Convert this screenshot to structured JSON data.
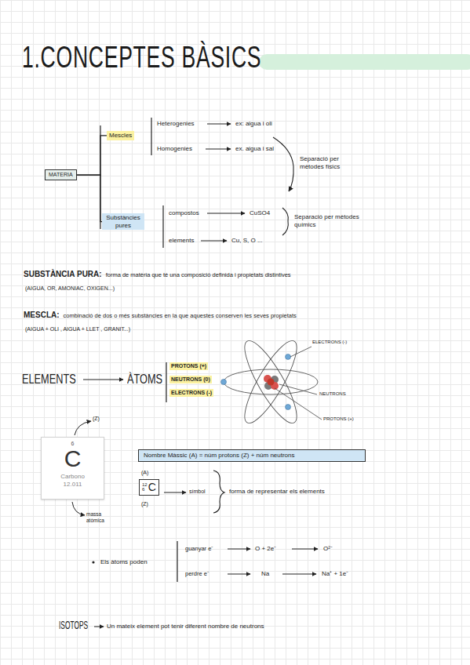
{
  "diagram": {
    "title": "1.CONCEPTES BÀSICS",
    "nodes": [
      {
        "text": [
          "MATERIA"
        ]
      },
      {
        "text": [
          "Mescles"
        ]
      },
      {
        "text": [
          "Substàncies pures"
        ]
      },
      {
        "text": [
          "PROTONS (+)"
        ]
      },
      {
        "text": [
          "NEUTRONS (0)"
        ]
      },
      {
        "text": [
          "ELECTRONS (-)"
        ]
      },
      {
        "text": [
          "6",
          "C",
          "Carbono",
          "12.011"
        ]
      },
      {
        "text": [
          "Nombre Màssic (A) = núm protons (Z) + núm neutrons"
        ]
      },
      {
        "text": [
          "12",
          "6",
          "C"
        ]
      }
    ],
    "edges": [
      {
        "from": 0,
        "to": 1,
        "arrow": "none"
      },
      {
        "from": 0,
        "to": 2,
        "arrow": "none"
      }
    ],
    "labels": [
      "Heterogenies",
      "ex: aigua i oli",
      "Homogenies",
      "ex. aigua i sal",
      "Separació per mètodes físics",
      "compostos",
      "CuSO4",
      "elements",
      "Cu, S, O ...",
      "Separació per mètodes químics",
      "SUBSTÀNCIA PURA:",
      "forma de matèria que té una composició definida i propietats distintives",
      "(AIGUA, OR, AMONIAC, OXIGEN...)",
      "MESCLA:",
      "combinació de dos o més substàncies en la que aquestes conserven les seves propietats",
      "(AIGUA + OLI , AIGUA + LLET , GRANIT...)",
      "ELEMENTS",
      "ÀTOMS",
      "ELECTRONS (-)",
      "NEUTRONS",
      "PROTONS (+)",
      "(Z)",
      "massa atòmica",
      "(A)",
      "(Z)",
      "símbol",
      "forma de representar els elements",
      "Els àtoms poden",
      "guanyar e⁻",
      "O + 2e⁻",
      "O²⁻",
      "perdre e⁻",
      "Na",
      "Na⁺ + 1e⁻",
      "ISOTOPS",
      "Un mateix element pot tenir diferent nombre de neutrons"
    ]
  }
}
